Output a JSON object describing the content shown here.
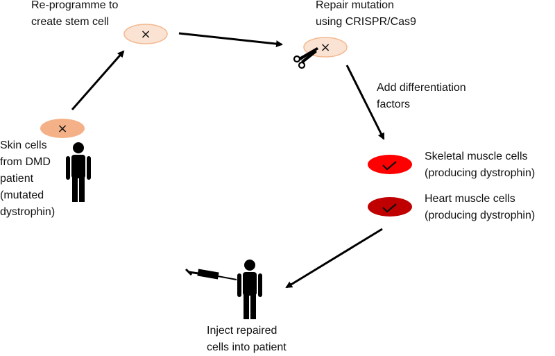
{
  "labels": {
    "reprogram": [
      "Re-programme to",
      "create stem cell"
    ],
    "repair": [
      "Repair mutation",
      "using CRISPR/Cas9"
    ],
    "differentiate": [
      "Add differentiation",
      "factors"
    ],
    "skin_cells": [
      "Skin cells",
      "from DMD",
      "patient",
      "(mutated",
      "dystrophin)"
    ],
    "skeletal": [
      "Skeletal muscle cells",
      "(producing dystrophin)"
    ],
    "heart": [
      "Heart muscle cells",
      "(producing dystrophin)"
    ],
    "inject": [
      "Inject repaired",
      "cells into patient"
    ]
  },
  "symbols": {
    "cross": "×"
  },
  "colors": {
    "cell_light": "#fbe3d3",
    "cell_light_stroke": "#f3b88f",
    "cell_skin": "#f4b188",
    "skeletal_cell": "#ff0000",
    "heart_cell": "#c00000",
    "arrow": "#000000"
  },
  "icons": [
    "person-icon",
    "scissors-icon",
    "syringe-icon",
    "check-icon"
  ]
}
